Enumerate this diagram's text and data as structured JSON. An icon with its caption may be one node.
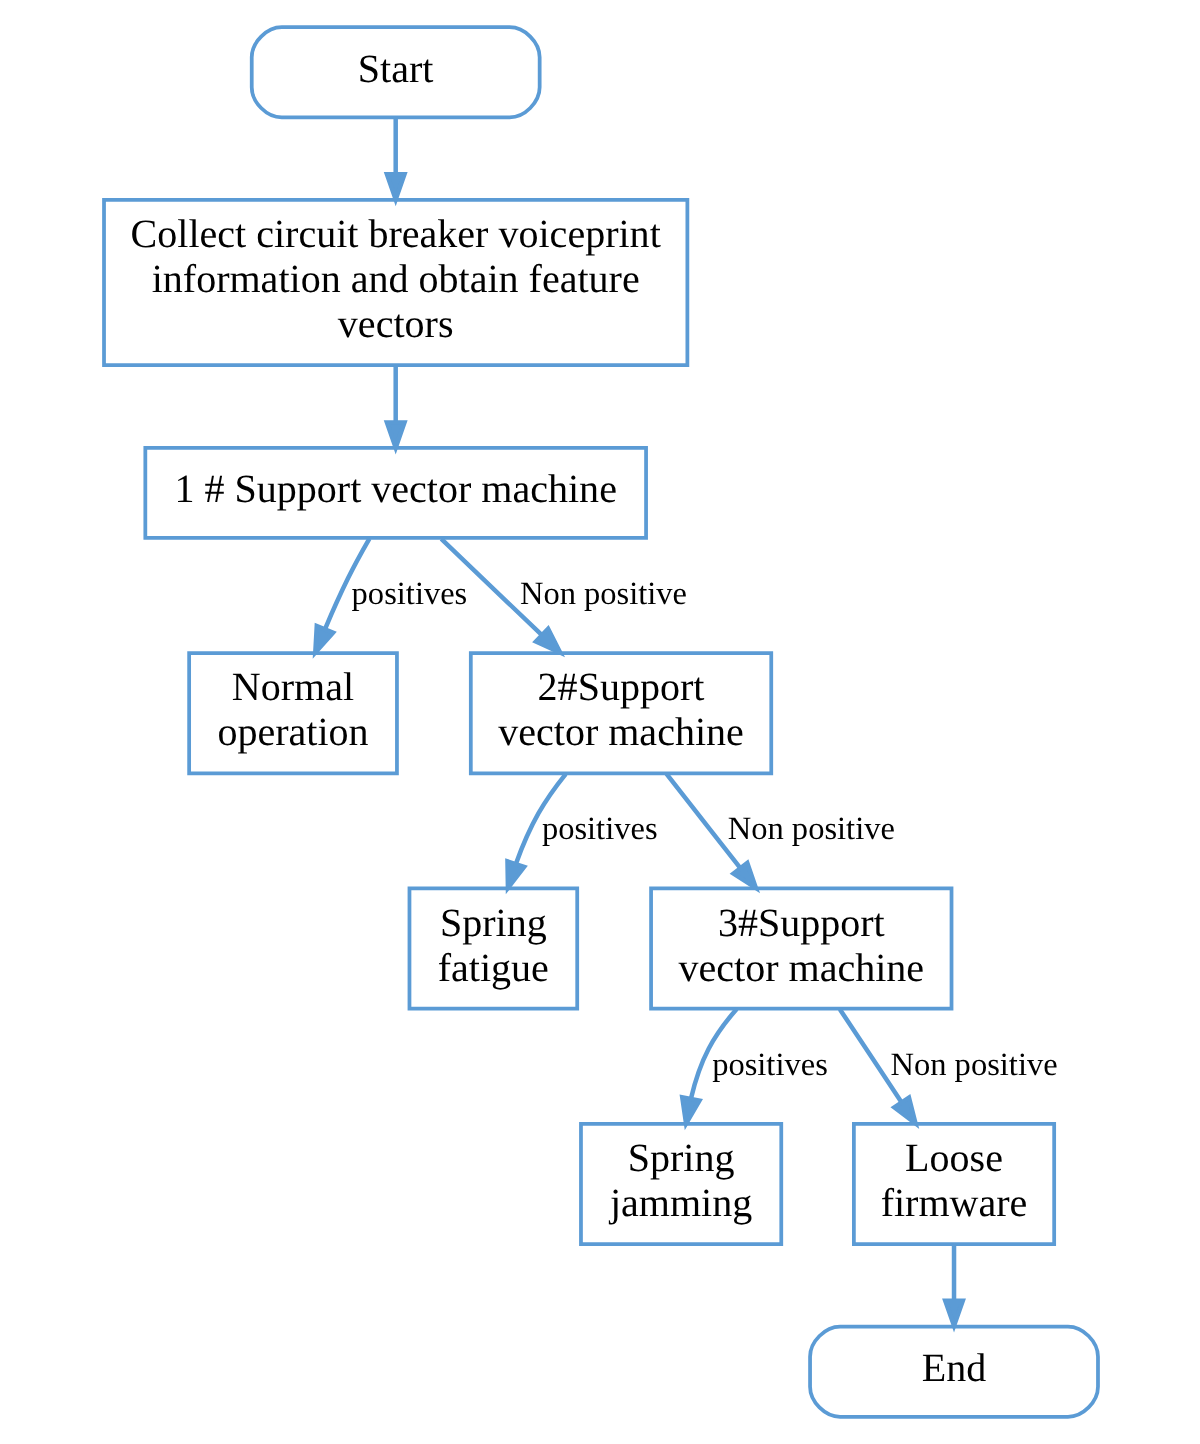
{
  "diagram": {
    "nodes": [
      {
        "text": [
          "Start"
        ]
      },
      {
        "text": [
          "Collect circuit breaker voiceprint information and obtain feature vectors"
        ]
      },
      {
        "text": [
          "1 # Support vector machine"
        ]
      },
      {
        "text": [
          "Normal operation"
        ]
      },
      {
        "text": [
          "2#Support vector machine"
        ]
      },
      {
        "text": [
          "Spring fatigue"
        ]
      },
      {
        "text": [
          "3#Support vector machine"
        ]
      },
      {
        "text": [
          "Spring jamming"
        ]
      },
      {
        "text": [
          "Loose firmware"
        ]
      },
      {
        "text": [
          "End"
        ]
      }
    ],
    "edges": [
      {
        "from": 0,
        "to": 1,
        "arrow": "to"
      },
      {
        "from": 1,
        "to": 2,
        "arrow": "to"
      },
      {
        "from": 2,
        "to": 3,
        "arrow": "to",
        "label": "positives"
      },
      {
        "from": 2,
        "to": 4,
        "arrow": "to",
        "label": "Non positive"
      },
      {
        "from": 4,
        "to": 5,
        "arrow": "to",
        "label": "positives"
      },
      {
        "from": 4,
        "to": 6,
        "arrow": "to",
        "label": "Non positive"
      },
      {
        "from": 6,
        "to": 7,
        "arrow": "to",
        "label": "positives"
      },
      {
        "from": 6,
        "to": 8,
        "arrow": "to",
        "label": "Non positive"
      },
      {
        "from": 8,
        "to": 9,
        "arrow": "to"
      }
    ]
  }
}
